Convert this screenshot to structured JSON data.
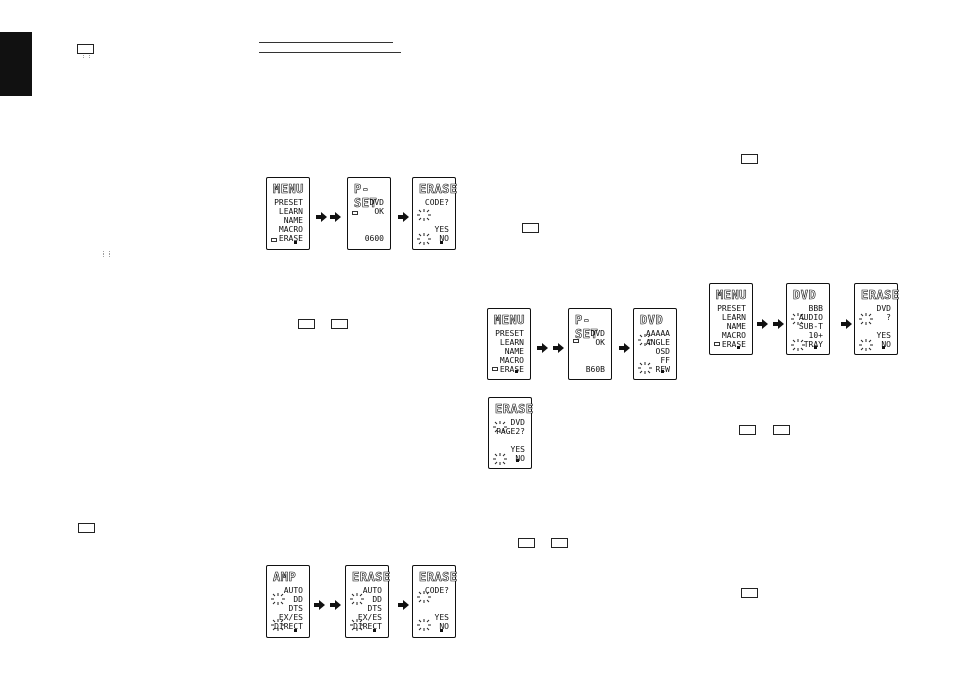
{
  "page": {
    "accent": "#111111",
    "background": "#ffffff"
  },
  "icons": {
    "arrow": "right-arrow-icon",
    "blink": "blinking-indicator-icon",
    "key": "remote-key-icon"
  },
  "flow_a": [
    {
      "title": "MENU",
      "lines": [
        "PRESET",
        "LEARN",
        "NAME",
        "MACRO",
        "ERASE"
      ]
    },
    {
      "title": "P-SET",
      "lines": [
        "DVD",
        "OK",
        "",
        "",
        "0600"
      ]
    },
    {
      "title": "ERASE",
      "lines": [
        "CODE?",
        "",
        "",
        "YES",
        "NO"
      ]
    }
  ],
  "flow_b": [
    {
      "title": "AMP",
      "lines": [
        "AUTO",
        "DD",
        "DTS",
        "EX/ES",
        "DIRECT"
      ]
    },
    {
      "title": "ERASE",
      "lines": [
        "AUTO",
        "DD",
        "DTS",
        "EX/ES",
        "DIRECT"
      ]
    },
    {
      "title": "ERASE",
      "lines": [
        "CODE?",
        "",
        "",
        "YES",
        "NO"
      ]
    }
  ],
  "flow_c": [
    {
      "title": "MENU",
      "lines": [
        "PRESET",
        "LEARN",
        "NAME",
        "MACRO",
        "ERASE"
      ]
    },
    {
      "title": "P-SET",
      "lines": [
        "DVD",
        "OK",
        "",
        "",
        "B60B"
      ]
    },
    {
      "title": "DVD",
      "lines": [
        "AAAAA",
        "ANGLE",
        "OSD",
        "FF",
        "REW"
      ]
    },
    {
      "title": "ERASE",
      "lines": [
        "DVD",
        "PAGE2?",
        "",
        "YES",
        "NO"
      ]
    }
  ],
  "flow_d": [
    {
      "title": "MENU",
      "lines": [
        "PRESET",
        "LEARN",
        "NAME",
        "MACRO",
        "ERASE"
      ]
    },
    {
      "title": "DVD",
      "lines": [
        "BBB",
        "AUDIO",
        "SUB-T",
        "10+",
        "TRAY"
      ]
    },
    {
      "title": "ERASE",
      "lines": [
        "DVD",
        "?",
        "",
        "YES",
        "NO"
      ]
    }
  ]
}
